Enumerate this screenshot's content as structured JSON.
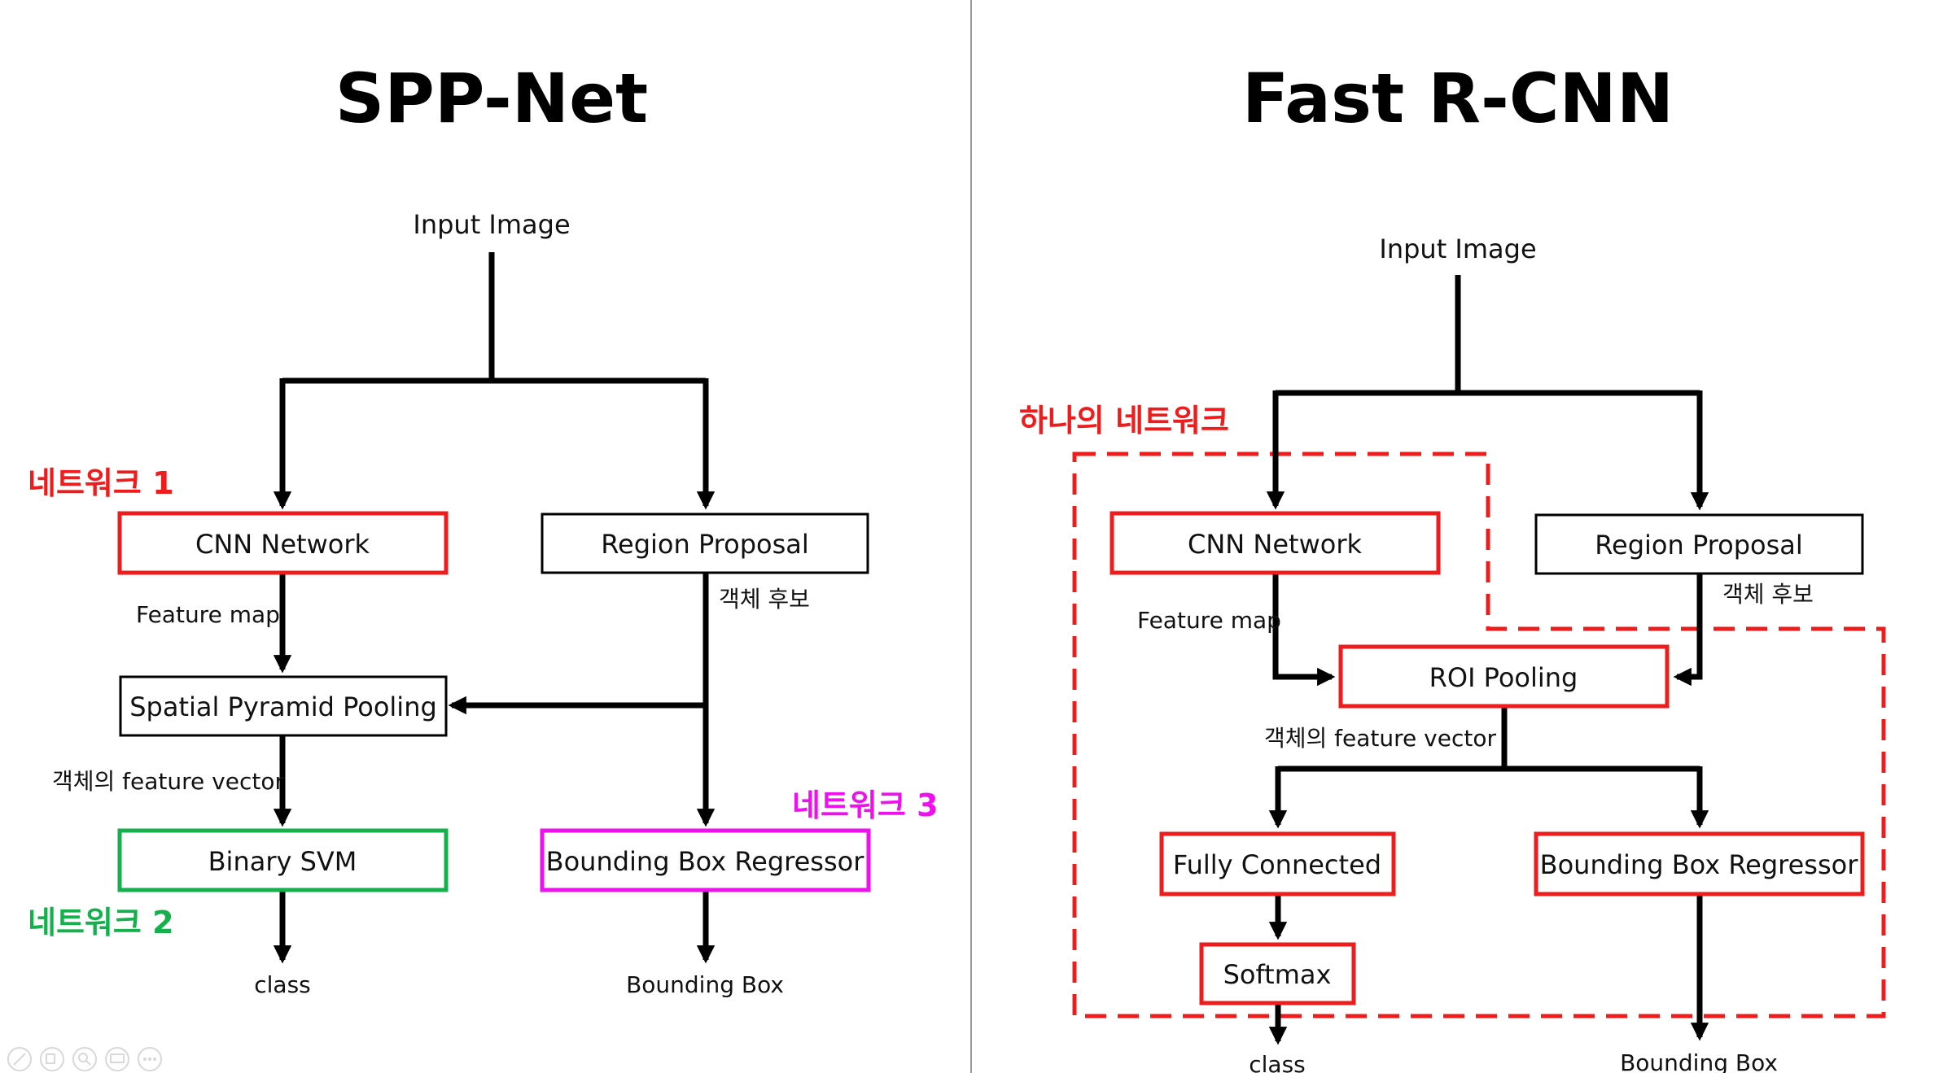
{
  "colors": {
    "black": "#000000",
    "red": "#ee1c1c",
    "green": "#14b04c",
    "magenta": "#ee11ee",
    "divider": "#999999"
  },
  "left": {
    "title": "SPP-Net",
    "input": "Input Image",
    "cnn": "CNN Network",
    "region": "Region Proposal",
    "spp": "Spatial Pyramid Pooling",
    "svm": "Binary SVM",
    "bbr": "Bounding Box Regressor",
    "feature_map": "Feature map",
    "obj_candidate": "객체 후보",
    "feature_vector": "객체의 feature vector",
    "out_class": "class",
    "out_bbox": "Bounding Box",
    "net1": "네트워크 1",
    "net2": "네트워크 2",
    "net3": "네트워크 3"
  },
  "right": {
    "title": "Fast R-CNN",
    "input": "Input Image",
    "single_network": "하나의 네트워크",
    "cnn": "CNN Network",
    "region": "Region Proposal",
    "roi": "ROI Pooling",
    "fc": "Fully Connected",
    "softmax": "Softmax",
    "bbr": "Bounding Box Regressor",
    "feature_map": "Feature map",
    "obj_candidate": "객체 후보",
    "feature_vector": "객체의 feature vector",
    "out_class": "class",
    "out_bbox": "Bounding Box"
  },
  "toolbar_icons": [
    "pen-icon",
    "copy-icon",
    "zoom-icon",
    "slideshow-icon",
    "more-icon"
  ]
}
